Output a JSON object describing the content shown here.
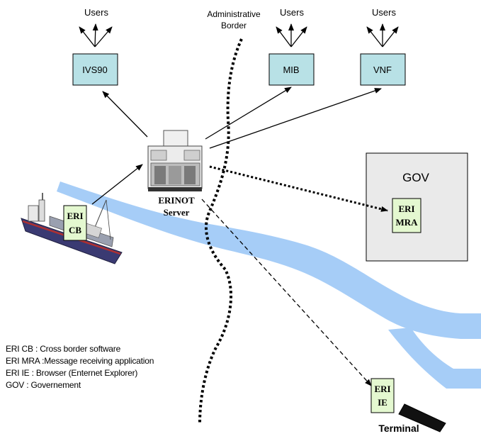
{
  "labels": {
    "users_1": "Users",
    "users_2": "Users",
    "users_3": "Users",
    "admin_border_line1": "Administrative",
    "admin_border_line2": "Border",
    "node_ivs90": "IVS90",
    "node_mib": "MIB",
    "node_vnf": "VNF",
    "server_line1": "ERINOT",
    "server_line2": "Server",
    "gov": "GOV",
    "eri_cb_line1": "ERI",
    "eri_cb_line2": "CB",
    "eri_mra_line1": "ERI",
    "eri_mra_line2": "MRA",
    "eri_ie_line1": "ERI",
    "eri_ie_line2": "IE",
    "terminal": "Terminal"
  },
  "legend": [
    "ERI CB : Cross border software",
    "ERI MRA :Message receiving application",
    "ERI IE : Browser (Enternet Explorer)",
    "GOV : Governement"
  ],
  "colors": {
    "river": "#a6cdf7",
    "node_box": "#b8e1e6",
    "eri_box": "#e4f8d0",
    "gov_box": "#eaeaea",
    "ship_hull": "#3a3a72"
  },
  "icons": {
    "server": "server-icon",
    "ship": "ship-icon",
    "terminal": "terminal-block-icon"
  }
}
